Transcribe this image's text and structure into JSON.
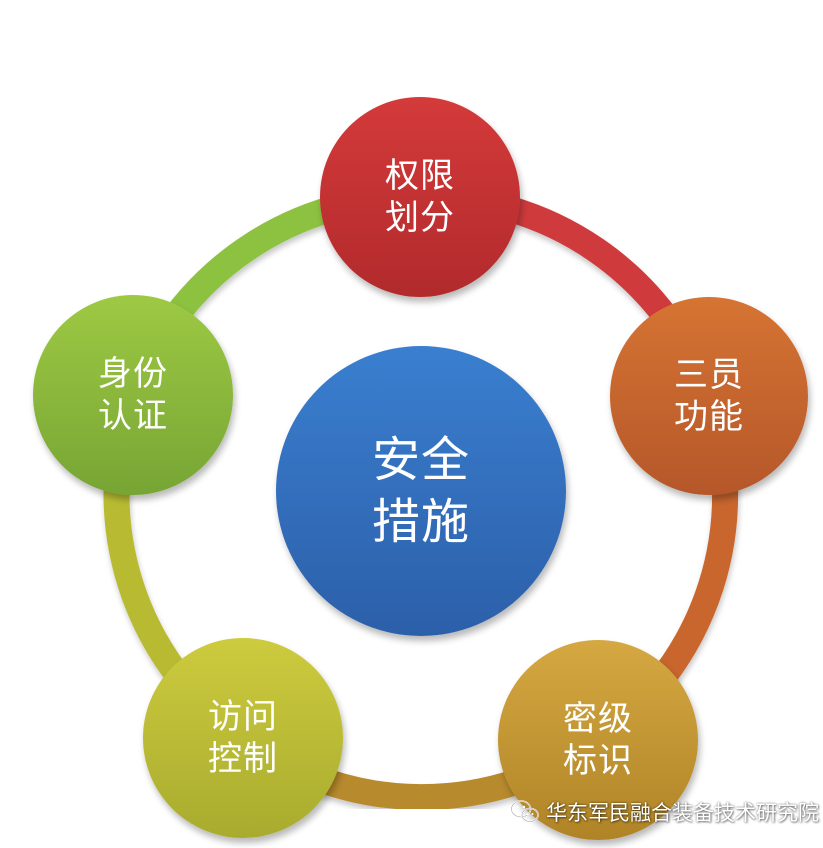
{
  "diagram": {
    "type": "cycle",
    "center": {
      "lines": [
        "安全",
        "措施"
      ],
      "color_top": "#3a7fd0",
      "color_bottom": "#2c5fa9"
    },
    "nodes": [
      {
        "id": "top",
        "lines": [
          "权限",
          "划分"
        ],
        "color_top": "#d43a3a",
        "color_bottom": "#b22a2c"
      },
      {
        "id": "right",
        "lines": [
          "三员",
          "功能"
        ],
        "color_top": "#d67433",
        "color_bottom": "#b5572a"
      },
      {
        "id": "bottom-right",
        "lines": [
          "密级",
          "标识"
        ],
        "color_top": "#d5a842",
        "color_bottom": "#b08426"
      },
      {
        "id": "bottom-left",
        "lines": [
          "访问",
          "控制"
        ],
        "color_top": "#cdcb3e",
        "color_bottom": "#a8ab2e"
      },
      {
        "id": "left",
        "lines": [
          "身份",
          "认证"
        ],
        "color_top": "#9ec944",
        "color_bottom": "#77a534"
      }
    ],
    "ring_segments": [
      {
        "from": "left",
        "to": "top",
        "color": "#8dc141"
      },
      {
        "from": "top",
        "to": "right",
        "color": "#cf3a3c"
      },
      {
        "from": "right",
        "to": "bottom-right",
        "color": "#c8662f"
      },
      {
        "from": "bottom-right",
        "to": "bottom-left",
        "color": "#b88a2e"
      },
      {
        "from": "bottom-left",
        "to": "left",
        "color": "#b8bb33"
      }
    ]
  },
  "watermark": {
    "icon": "wechat-icon",
    "text": "华东军民融合装备技术研究院"
  }
}
